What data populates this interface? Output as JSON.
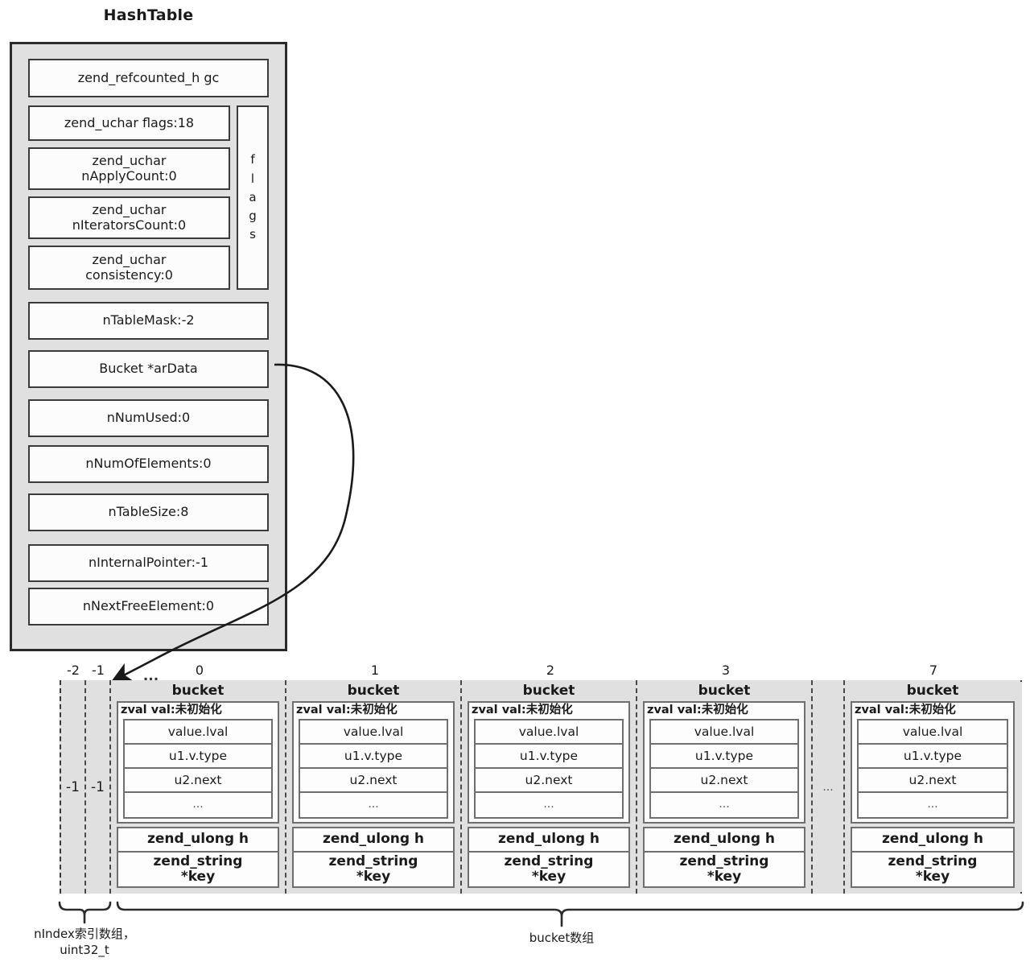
{
  "diagram": {
    "title": "HashTable",
    "hashtable_fields": [
      {
        "id": "gc",
        "label": "zend_refcounted_h gc"
      },
      {
        "id": "flags",
        "label": "zend_uchar flags:18"
      },
      {
        "id": "napplycount",
        "label": "zend_uchar\nnApplyCount:0"
      },
      {
        "id": "niteratorscount",
        "label": "zend_uchar\nnIteratorsCount:0"
      },
      {
        "id": "consistency",
        "label": "zend_uchar\nconsistency:0"
      },
      {
        "id": "ntablemask",
        "label": "nTableMask:-2"
      },
      {
        "id": "ardata",
        "label": "Bucket *arData"
      },
      {
        "id": "nnumused",
        "label": "nNumUsed:0"
      },
      {
        "id": "nnumofelements",
        "label": "nNumOfElements:0"
      },
      {
        "id": "ntablesize",
        "label": "nTableSize:8"
      },
      {
        "id": "ninternalpointer",
        "label": "nInternalPointer:-1"
      },
      {
        "id": "nnextfreeelement",
        "label": "nNextFreeElement:0"
      }
    ],
    "hashtable_more": "...",
    "flags_column_label": "flags",
    "flags_column_letters": [
      "f",
      "l",
      "a",
      "g",
      "s"
    ],
    "index_labels": [
      "-2",
      "-1",
      "0",
      "1",
      "2",
      "3",
      "7"
    ],
    "nindex_cells": [
      {
        "index": "-2",
        "value": "-1"
      },
      {
        "index": "-1",
        "value": "-1"
      }
    ],
    "gap_ellipsis": "...",
    "bucket_template": {
      "title": "bucket",
      "zval_header": "zval val:未初始化",
      "zval_rows": [
        "value.lval",
        "u1.v.type",
        "u2.next",
        "..."
      ],
      "key_rows": [
        "zend_ulong h",
        "zend_string\n*key"
      ]
    },
    "buckets": [
      {
        "index": "0"
      },
      {
        "index": "1"
      },
      {
        "index": "2"
      },
      {
        "index": "3"
      },
      {
        "index": "7"
      }
    ],
    "captions": {
      "nindex": "nIndex索引数组，\nuint32_t",
      "bucket_array": "bucket数组"
    },
    "colors": {
      "container_fill": "#e0e0e0",
      "field_fill": "#fcfcfc",
      "border_dark": "#2b2b2b",
      "border_mid": "#3a3a3a",
      "border_light": "#6f6f6f",
      "text": "#1a1a1a"
    }
  }
}
